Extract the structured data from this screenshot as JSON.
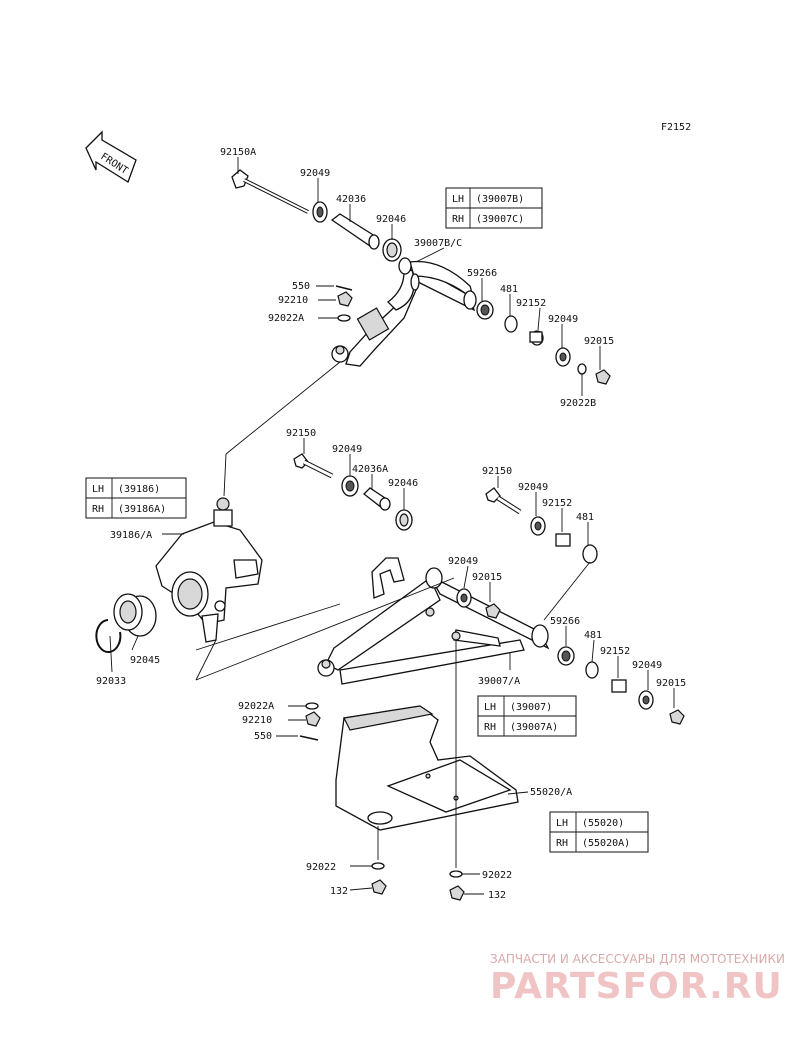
{
  "figure_code": "F2152",
  "front_arrow_label": "FRONT",
  "labels": {
    "p92150A": "92150A",
    "p92049_top": "92049",
    "p42036": "42036",
    "p92046_top": "92046",
    "p39007BC": "39007B/C",
    "p550_top": "550",
    "p92210_top": "92210",
    "p92022A_top": "92022A",
    "p59266_top": "59266",
    "p481_top": "481",
    "p92152_top": "92152",
    "p92049_top2": "92049",
    "p92015_top": "92015",
    "p92022B": "92022B",
    "p92150_mid": "92150",
    "p92049_mid": "92049",
    "p42036A": "42036A",
    "p92046_mid": "92046",
    "p92150_right": "92150",
    "p92049_right": "92049",
    "p92152_right": "92152",
    "p481_right": "481",
    "p39186A": "39186/A",
    "p92049_low": "92049",
    "p92015_low": "92015",
    "p92045": "92045",
    "p92033": "92033",
    "p59266_low": "59266",
    "p481_low": "481",
    "p92152_low": "92152",
    "p92049_low2": "92049",
    "p92015_low2": "92015",
    "p39007A": "39007/A",
    "p92022A_low": "92022A",
    "p92210_low": "92210",
    "p550_low": "550",
    "p55020A": "55020/A",
    "p92022_left": "92022",
    "p92022_right": "92022",
    "p132_left": "132",
    "p132_right": "132"
  },
  "tables": {
    "upper_arm": {
      "lh_tag": "LH",
      "lh_part": "(39007B)",
      "rh_tag": "RH",
      "rh_part": "(39007C)"
    },
    "knuckle": {
      "lh_tag": "LH",
      "lh_part": "(39186)",
      "rh_tag": "RH",
      "rh_part": "(39186A)"
    },
    "lower_arm": {
      "lh_tag": "LH",
      "lh_part": "(39007)",
      "rh_tag": "RH",
      "rh_part": "(39007A)"
    },
    "guard": {
      "lh_tag": "LH",
      "lh_part": "(55020)",
      "rh_tag": "RH",
      "rh_part": "(55020A)"
    }
  },
  "watermark": {
    "tagline": "ЗАПЧАСТИ И АКСЕССУАРЫ ДЛЯ МОТОТЕХНИКИ",
    "brand": "PARTSFOR.RU"
  },
  "colors": {
    "line": "#111111",
    "part_fill": "#ffffff",
    "shade": "#d8d8d8",
    "watermark": "#f0c4c4"
  }
}
